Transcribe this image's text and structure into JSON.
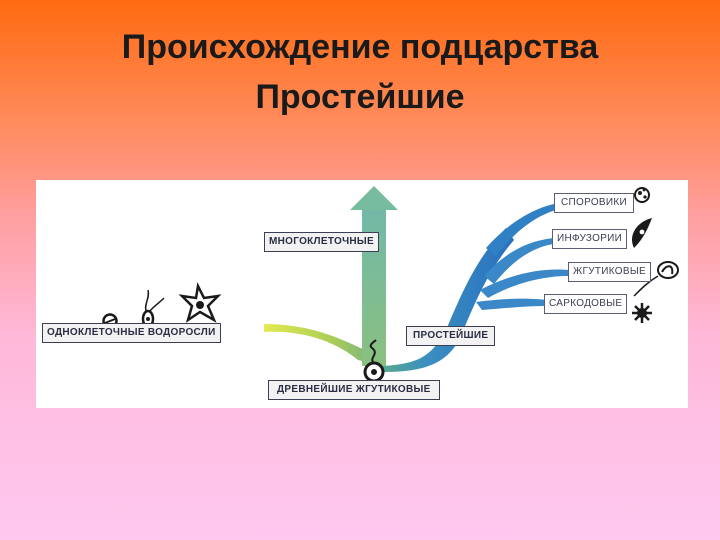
{
  "slide": {
    "title_line1": "Происхождение подцарства",
    "title_line2": "Простейшие"
  },
  "diagram": {
    "labels": {
      "multicellular": "МНОГОКЛЕТОЧНЫЕ",
      "unicellular_algae": "ОДНОКЛЕТОЧНЫЕ ВОДОРОСЛИ",
      "protozoa": "ПРОСТЕЙШИЕ",
      "ancient_flagellates": "ДРЕВНЕЙШИЕ ЖГУТИКОВЫЕ",
      "sporozoans": "СПОРОВИКИ",
      "ciliates": "ИНФУЗОРИИ",
      "flagellates": "ЖГУТИКОВЫЕ",
      "sarcodines": "САРКОДОВЫЕ"
    },
    "colors": {
      "multicellular_arrow": "#7fbf9a",
      "algae_branch": "#c8d840",
      "protozoa_branch": "#2f7fc0",
      "label_border": "#3a3f56"
    },
    "icons": [
      "algae-cell-icon",
      "flagellate-cell-icon",
      "star-cell-icon",
      "ancient-flagellate-icon",
      "sporozoan-icon",
      "ciliate-icon",
      "flagellate-organism-icon",
      "amoeba-icon"
    ]
  }
}
